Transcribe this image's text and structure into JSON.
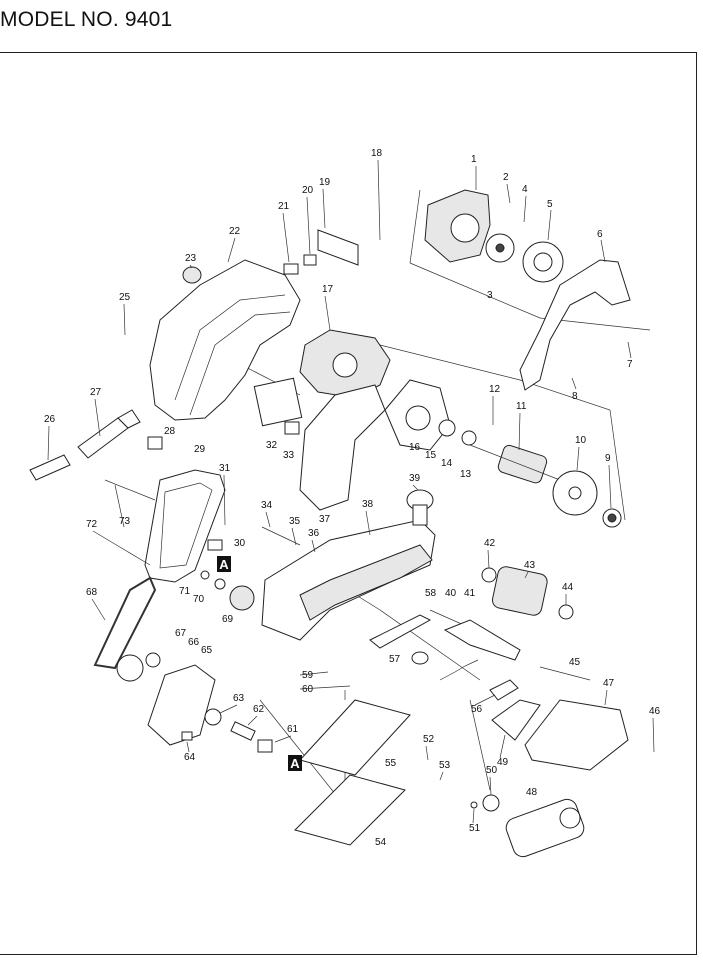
{
  "title": "MODEL NO. 9401",
  "section_marker": "A",
  "parts": [
    {
      "no": "1"
    },
    {
      "no": "2"
    },
    {
      "no": "3"
    },
    {
      "no": "4"
    },
    {
      "no": "5"
    },
    {
      "no": "6"
    },
    {
      "no": "7"
    },
    {
      "no": "8"
    },
    {
      "no": "9"
    },
    {
      "no": "10"
    },
    {
      "no": "11"
    },
    {
      "no": "12"
    },
    {
      "no": "13"
    },
    {
      "no": "14"
    },
    {
      "no": "15"
    },
    {
      "no": "16"
    },
    {
      "no": "17"
    },
    {
      "no": "18"
    },
    {
      "no": "19"
    },
    {
      "no": "20"
    },
    {
      "no": "21"
    },
    {
      "no": "22"
    },
    {
      "no": "23"
    },
    {
      "no": "25"
    },
    {
      "no": "26"
    },
    {
      "no": "27"
    },
    {
      "no": "28"
    },
    {
      "no": "29"
    },
    {
      "no": "30"
    },
    {
      "no": "31"
    },
    {
      "no": "32"
    },
    {
      "no": "33"
    },
    {
      "no": "34"
    },
    {
      "no": "35"
    },
    {
      "no": "36"
    },
    {
      "no": "37"
    },
    {
      "no": "38"
    },
    {
      "no": "39"
    },
    {
      "no": "40"
    },
    {
      "no": "41"
    },
    {
      "no": "42"
    },
    {
      "no": "43"
    },
    {
      "no": "44"
    },
    {
      "no": "45"
    },
    {
      "no": "46"
    },
    {
      "no": "47"
    },
    {
      "no": "48"
    },
    {
      "no": "49"
    },
    {
      "no": "50"
    },
    {
      "no": "51"
    },
    {
      "no": "52"
    },
    {
      "no": "53"
    },
    {
      "no": "54"
    },
    {
      "no": "55"
    },
    {
      "no": "56"
    },
    {
      "no": "57"
    },
    {
      "no": "58"
    },
    {
      "no": "59"
    },
    {
      "no": "60"
    },
    {
      "no": "61"
    },
    {
      "no": "62"
    },
    {
      "no": "63"
    },
    {
      "no": "64"
    },
    {
      "no": "65"
    },
    {
      "no": "66"
    },
    {
      "no": "67"
    },
    {
      "no": "68"
    },
    {
      "no": "69"
    },
    {
      "no": "70"
    },
    {
      "no": "71"
    },
    {
      "no": "72"
    },
    {
      "no": "73"
    }
  ]
}
